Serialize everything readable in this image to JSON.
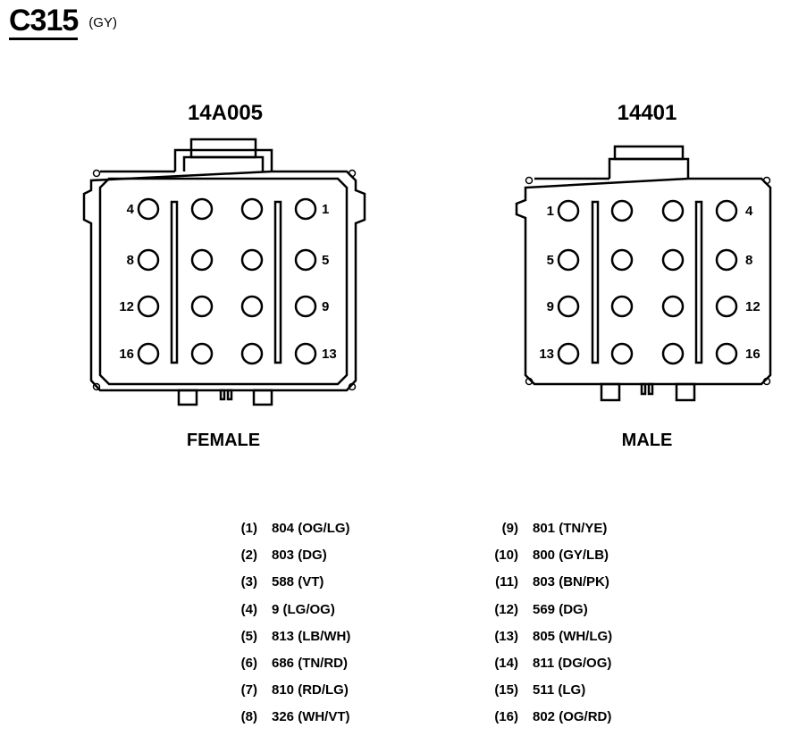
{
  "header": {
    "connector_id": "C315",
    "color_code": "(GY)"
  },
  "female": {
    "part_number": "14A005",
    "label": "FEMALE",
    "pin_rows": [
      [
        "4",
        "",
        "",
        "1"
      ],
      [
        "8",
        "",
        "",
        "5"
      ],
      [
        "12",
        "",
        "",
        "9"
      ],
      [
        "16",
        "",
        "",
        "13"
      ]
    ]
  },
  "male": {
    "part_number": "14401",
    "label": "MALE",
    "pin_rows": [
      [
        "1",
        "",
        "",
        "4"
      ],
      [
        "5",
        "",
        "",
        "8"
      ],
      [
        "9",
        "",
        "",
        "12"
      ],
      [
        "13",
        "",
        "",
        "16"
      ]
    ]
  },
  "pinout_left": [
    {
      "pin": "(1)",
      "desc": "804 (OG/LG)"
    },
    {
      "pin": "(2)",
      "desc": "803 (DG)"
    },
    {
      "pin": "(3)",
      "desc": "588 (VT)"
    },
    {
      "pin": "(4)",
      "desc": "9 (LG/OG)"
    },
    {
      "pin": "(5)",
      "desc": "813 (LB/WH)"
    },
    {
      "pin": "(6)",
      "desc": "686 (TN/RD)"
    },
    {
      "pin": "(7)",
      "desc": "810 (RD/LG)"
    },
    {
      "pin": "(8)",
      "desc": "326 (WH/VT)"
    }
  ],
  "pinout_right": [
    {
      "pin": "(9)",
      "desc": "801 (TN/YE)"
    },
    {
      "pin": "(10)",
      "desc": "800 (GY/LB)"
    },
    {
      "pin": "(11)",
      "desc": "803 (BN/PK)"
    },
    {
      "pin": "(12)",
      "desc": "569 (DG)"
    },
    {
      "pin": "(13)",
      "desc": "805 (WH/LG)"
    },
    {
      "pin": "(14)",
      "desc": "811 (DG/OG)"
    },
    {
      "pin": "(15)",
      "desc": "511 (LG)"
    },
    {
      "pin": "(16)",
      "desc": "802 (OG/RD)"
    }
  ]
}
